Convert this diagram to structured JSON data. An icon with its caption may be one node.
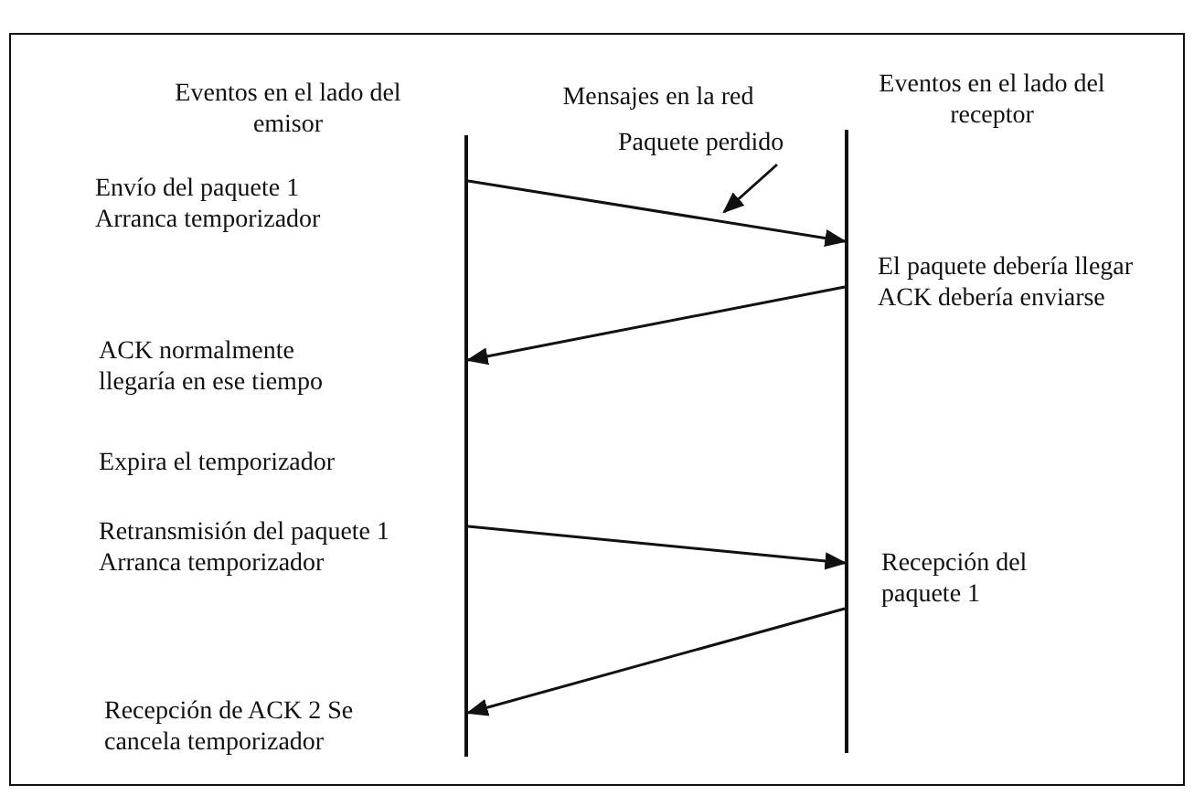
{
  "diagram": {
    "nodes": [
      {
        "text": [],
        "shape": "line"
      },
      {
        "text": [],
        "shape": "line"
      },
      {
        "text": [
          "Paquete perdido"
        ]
      }
    ],
    "edges": [
      {
        "from": 0,
        "to": 1,
        "arrow": "to"
      },
      {
        "from": 1,
        "to": 0,
        "arrow": "to"
      },
      {
        "from": 0,
        "to": 1,
        "arrow": "to"
      },
      {
        "from": 1,
        "to": 0,
        "arrow": "to"
      },
      {
        "from": 2,
        "to": null,
        "arrow": "to"
      }
    ],
    "labels": [
      "Eventos en el lado del emisor",
      "Mensajes en la red",
      "Eventos en el lado del receptor",
      "Envío del paquete 1 Arranca temporizador",
      "El paquete debería llegar ACK debería enviarse",
      "ACK normalmente llegaría en ese tiempo",
      "Expira el temporizador",
      "Retransmisión del paquete 1 Arranca temporizador",
      "Recepción del paquete 1",
      "Recepción de ACK 2 Se cancela temporizador"
    ]
  }
}
